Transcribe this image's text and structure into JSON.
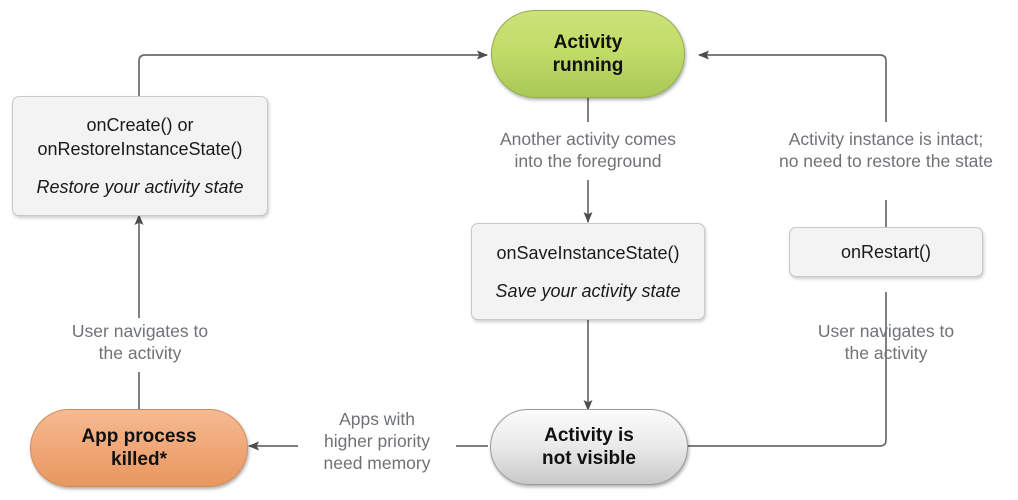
{
  "diagram": {
    "title": "Android Activity lifecycle state diagram",
    "colors": {
      "green": "#c2dc68",
      "orange": "#f0a879",
      "gray": "#eaeaea",
      "box": "#f3f3f3",
      "edge": "#5f6063",
      "label_text": "#6f7276"
    }
  },
  "nodes": {
    "activity_running": {
      "line1": "Activity",
      "line2": "running",
      "kind": "state-green"
    },
    "on_create": {
      "line1": "onCreate() or",
      "line2": "onRestoreInstanceState()",
      "hint": "Restore your activity state",
      "kind": "callback"
    },
    "on_save_instance_state": {
      "line1": "onSaveInstanceState()",
      "hint": "Save your activity state",
      "kind": "callback"
    },
    "on_restart": {
      "line1": "onRestart()",
      "kind": "callback"
    },
    "app_process_killed": {
      "line1": "App process",
      "line2": "killed*",
      "kind": "state-orange"
    },
    "activity_not_visible": {
      "line1": "Activity is",
      "line2": "not visible",
      "kind": "state-gray"
    }
  },
  "edge_labels": {
    "another_activity": {
      "line1": "Another activity comes",
      "line2": "into the foreground"
    },
    "instance_intact": {
      "line1": "Activity instance is intact;",
      "line2": "no need to restore the state"
    },
    "user_navigates_left": {
      "line1": "User navigates to",
      "line2": "the activity"
    },
    "user_navigates_right": {
      "line1": "User navigates to",
      "line2": "the activity"
    },
    "higher_priority": {
      "line1": "Apps with",
      "line2": "higher priority",
      "line3": "need memory"
    }
  }
}
